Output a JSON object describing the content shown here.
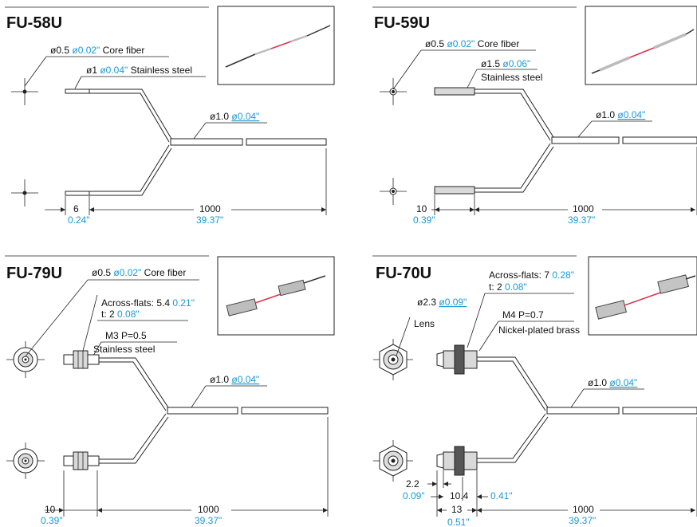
{
  "panels": [
    {
      "title": "FU-58U",
      "labels": {
        "core": {
          "text": "ø0.5 ",
          "alt": "ø0.02\"",
          "suffix": " Core fiber"
        },
        "sheath": {
          "text": "ø1 ",
          "alt": "ø0.04\"",
          "suffix": " Stainless steel"
        },
        "cable": {
          "text": "ø1.0 ",
          "alt": "ø0.04\""
        }
      },
      "dims": {
        "tip": {
          "mm": "6",
          "inch": "0.24\""
        },
        "length": {
          "mm": "1000",
          "inch": "39.37\""
        }
      }
    },
    {
      "title": "FU-59U",
      "labels": {
        "core": {
          "text": "ø0.5 ",
          "alt": "ø0.02\"",
          "suffix": " Core fiber"
        },
        "sheath": {
          "text": "ø1.5 ",
          "alt": "ø0.06\"",
          "line2": "Stainless steel"
        },
        "cable": {
          "text": "ø1.0 ",
          "alt": "ø0.04\""
        }
      },
      "dims": {
        "tip": {
          "mm": "10",
          "inch": "0.39\""
        },
        "length": {
          "mm": "1000",
          "inch": "39.37\""
        }
      }
    },
    {
      "title": "FU-79U",
      "labels": {
        "core": {
          "text": "ø0.5 ",
          "alt": "ø0.02\"",
          "suffix": " Core fiber"
        },
        "flats": {
          "text": "Across-flats: 5.4 ",
          "alt": "0.21\""
        },
        "thick": {
          "text": "t: 2 ",
          "alt": "0.08\""
        },
        "thread": "M3 P=0.5",
        "material": "Stainless steel",
        "cable": {
          "text": "ø1.0 ",
          "alt": "ø0.04\""
        }
      },
      "dims": {
        "tip": {
          "mm": "10",
          "inch": "0.39\""
        },
        "length": {
          "mm": "1000",
          "inch": "39.37\""
        }
      }
    },
    {
      "title": "FU-70U",
      "labels": {
        "flats": {
          "text": "Across-flats: 7 ",
          "alt": "0.28\""
        },
        "thick": {
          "text": "t: 2 ",
          "alt": "0.08\""
        },
        "lensdia": {
          "text": "ø2.3 ",
          "alt": "ø0.09\""
        },
        "lens": "Lens",
        "thread": "M4 P=0.7",
        "material": "Nickel-plated brass",
        "cable": {
          "text": "ø1.0 ",
          "alt": "ø0.04\""
        }
      },
      "dims": {
        "a": {
          "mm": "2.2",
          "inch": "0.09\""
        },
        "b": {
          "mm": "10.4",
          "inch": "0.41\""
        },
        "c": {
          "mm": "13",
          "inch": "0.51\""
        },
        "length": {
          "mm": "1000",
          "inch": "39.37\""
        }
      }
    }
  ],
  "colors": {
    "dimension_inch": "#1a9ad6",
    "fiber_core": "#e0304a"
  }
}
